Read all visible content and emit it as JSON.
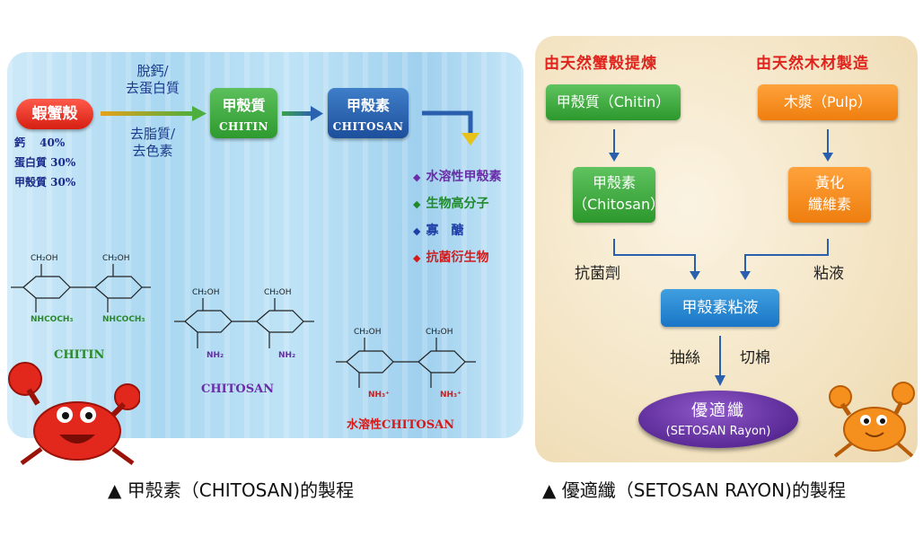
{
  "left": {
    "source": "蝦蟹殼",
    "composition": [
      "鈣　 40%",
      "蛋白質 30%",
      "甲殼質 30%"
    ],
    "step_top": [
      "脫鈣/",
      "去蛋白質"
    ],
    "step_bottom": [
      "去脂質/",
      "去色素"
    ],
    "chitin_box": {
      "zh": "甲殼質",
      "en": "CHITIN"
    },
    "chitosan_box": {
      "zh": "甲殼素",
      "en": "CHITOSAN"
    },
    "derivatives": [
      {
        "text": "水溶性甲殼素",
        "color": "#6a2ca8"
      },
      {
        "text": "生物高分子",
        "color": "#1f8a2a"
      },
      {
        "text": "寡　醣",
        "color": "#1f3ea8"
      },
      {
        "text": "抗菌衍生物",
        "color": "#d51a1a"
      }
    ],
    "structures": {
      "chitin": "CHITIN",
      "chitosan": "CHITOSAN",
      "water_soluble": "水溶性CHITOSAN",
      "ch2oh": "CH₂OH",
      "nhcoch3": "NHCOCH₃",
      "nh2": "NH₂",
      "nh3": "NH₃⁺"
    },
    "caption": "▲ 甲殼素（CHITOSAN)的製程"
  },
  "right": {
    "title_left": "由天然蟹殼提煉",
    "title_right": "由天然木材製造",
    "chitin": "甲殼質（Chitin）",
    "pulp": "木漿（Pulp）",
    "chitosan_zh": "甲殼素",
    "chitosan_en": "（Chitosan）",
    "yellow_l1": "黃化",
    "yellow_l2": "纖維素",
    "antibacterial": "抗菌劑",
    "viscose": "粘液",
    "solution": "甲殼素粘液",
    "spinning": "抽絲",
    "cutting": "切棉",
    "rayon_zh": "優適纖",
    "rayon_en": "(SETOSAN Rayon)",
    "caption": "▲ 優適纖（SETOSAN RAYON)的製程"
  },
  "colors": {
    "red_title": "#e0231c",
    "arrow_blue": "#2a5fae"
  }
}
